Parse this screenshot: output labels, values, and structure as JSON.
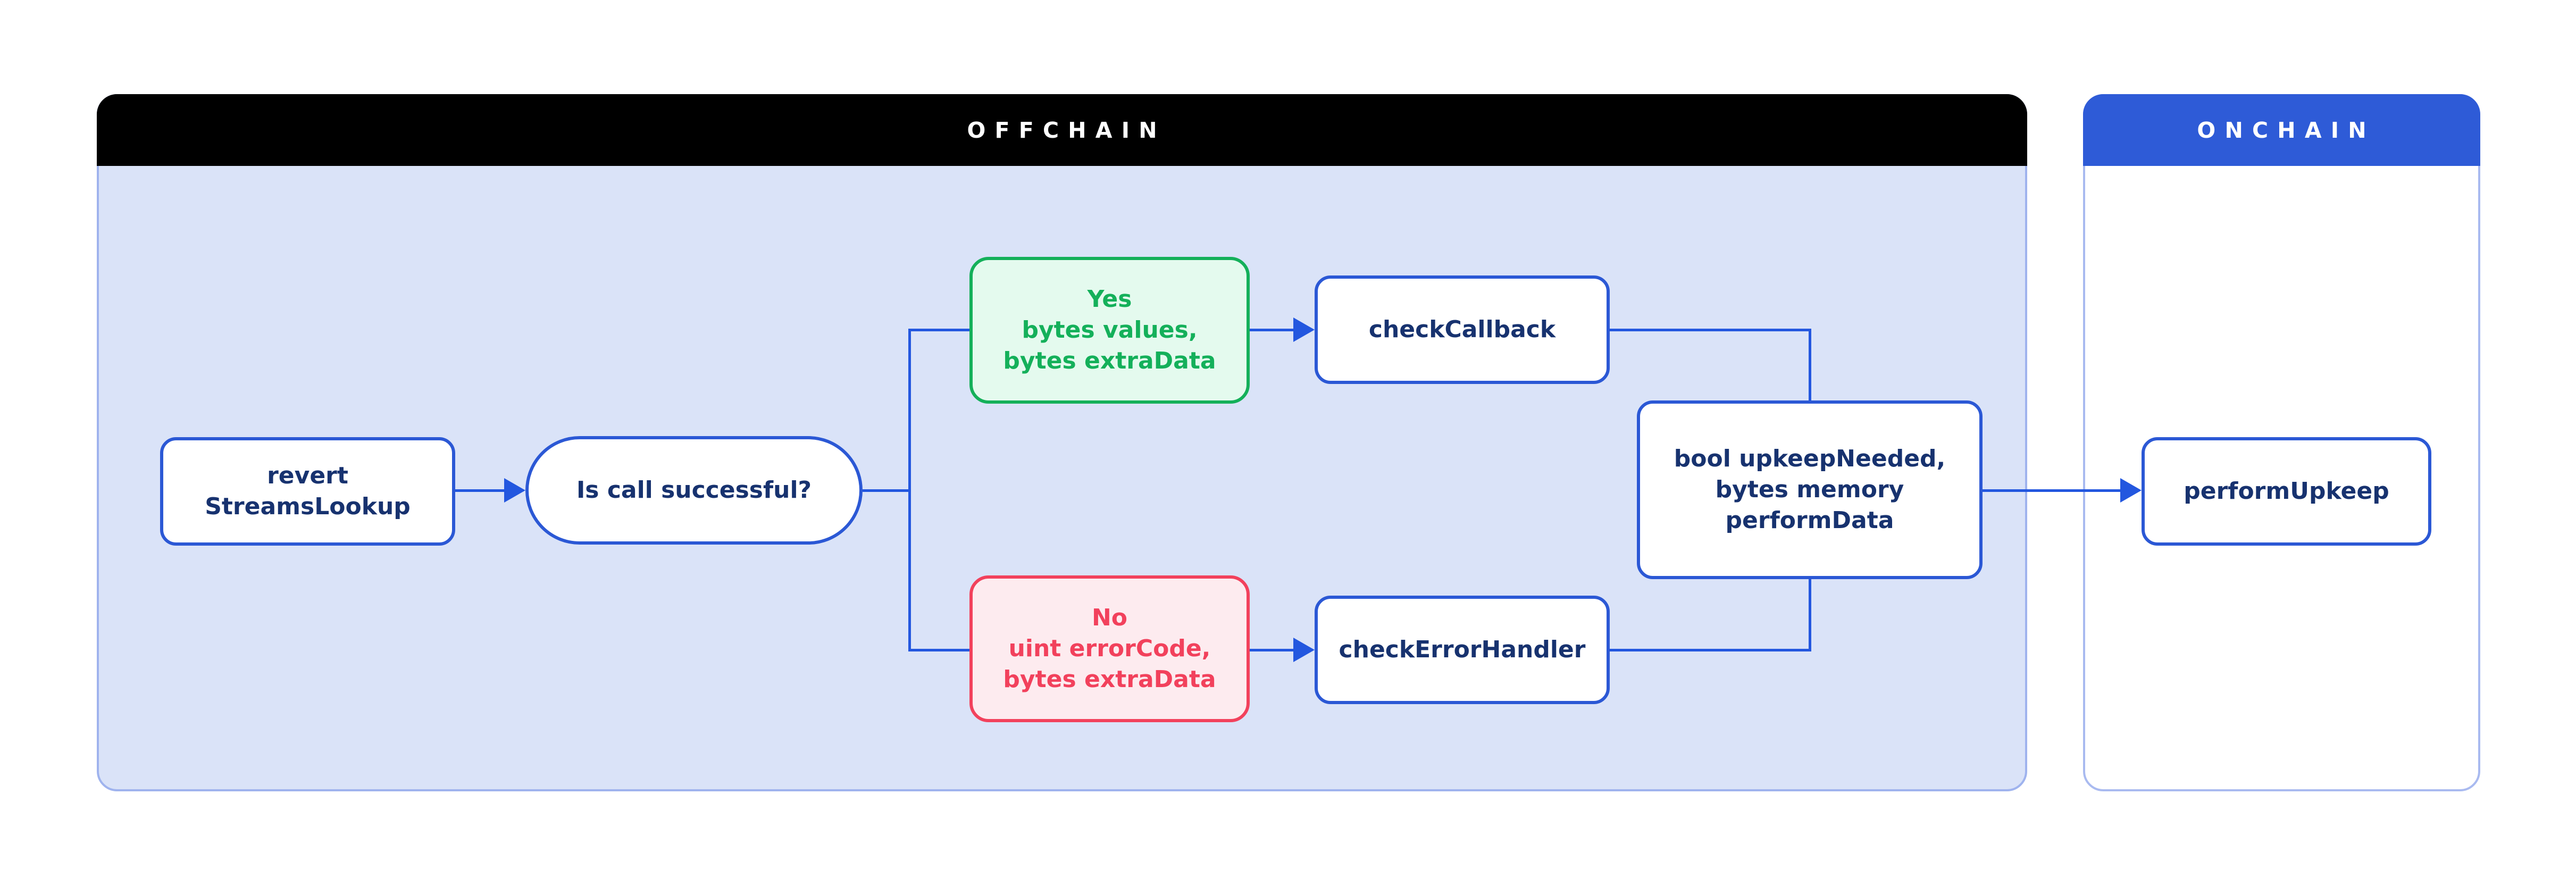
{
  "diagram": {
    "offchain": {
      "title": "OFFCHAIN"
    },
    "onchain": {
      "title": "ONCHAIN"
    },
    "nodes": {
      "revert": {
        "lines": [
          "revert",
          "StreamsLookup"
        ]
      },
      "question": {
        "label": "Is call successful?"
      },
      "yes": {
        "lines": [
          "Yes",
          "bytes values,",
          "bytes extraData"
        ]
      },
      "check_callback": {
        "label": "checkCallback"
      },
      "no": {
        "lines": [
          "No",
          "uint errorCode,",
          "bytes extraData"
        ]
      },
      "check_error_handler": {
        "label": "checkErrorHandler"
      },
      "result": {
        "lines": [
          "bool upkeepNeeded,",
          "bytes memory",
          "performData"
        ]
      },
      "perform_upkeep": {
        "label": "performUpkeep"
      }
    },
    "colors": {
      "offchain_header_bg": "#000000",
      "onchain_header_bg": "#2e5bd7",
      "header_text": "#ffffff",
      "offchain_body_bg": "#dae3f8",
      "panel_border": "#9fb3ee",
      "node_border_blue": "#2b58d5",
      "node_text_navy": "#17326f",
      "connector_blue": "#2357df",
      "yes_green": "#14b05a",
      "yes_bg": "#e4faee",
      "no_red": "#f2415c",
      "no_bg": "#fdebef"
    }
  }
}
